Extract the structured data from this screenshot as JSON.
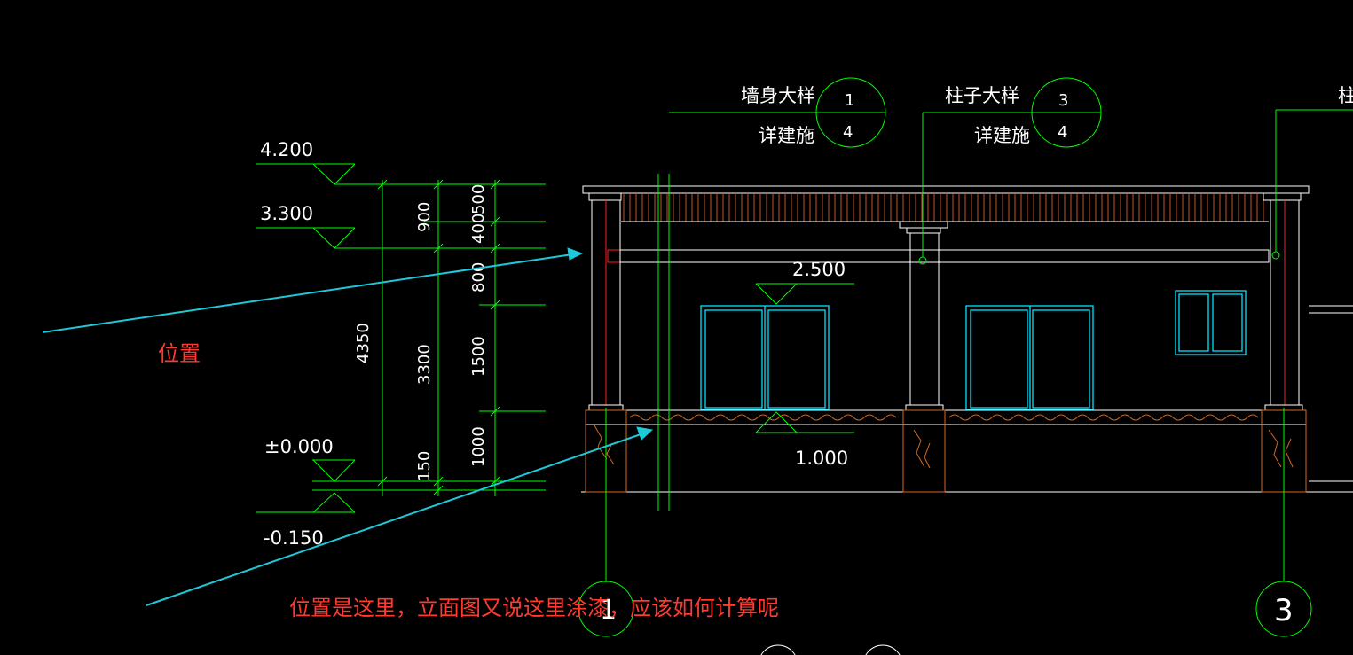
{
  "elevations": {
    "e4200": "4.200",
    "e3300": "3.300",
    "e0000": "±0.000",
    "en0150": "-0.150",
    "e2500": "2.500",
    "e1000": "1.000"
  },
  "dimensions": {
    "d4350": "4350",
    "d900": "900",
    "d3300": "3300",
    "d150": "150",
    "d500": "500",
    "d400": "400",
    "d800": "800",
    "d1500": "1500",
    "d1000": "1000"
  },
  "callouts": {
    "wall_detail": "墙身大样",
    "wall_detail_ref": "详建施",
    "wall_num": "1",
    "wall_sheet": "4",
    "column_detail": "柱子大样",
    "column_detail_ref": "详建施",
    "column_num": "3",
    "column_sheet": "4",
    "right_partial": "柱"
  },
  "axes": {
    "axis_left": "1",
    "axis_right": "3"
  },
  "annotations": {
    "label_position": "位置",
    "question": "位置是这里，立面图又说这里涂漆，应该如何计算呢"
  },
  "colors": {
    "background": "#000000",
    "dimension": "#00ff00",
    "outline": "#ffffff",
    "window": "#00e5ff",
    "material": "#d2691e",
    "annotation": "#ff3b30",
    "arrow": "#1ec8d8"
  }
}
